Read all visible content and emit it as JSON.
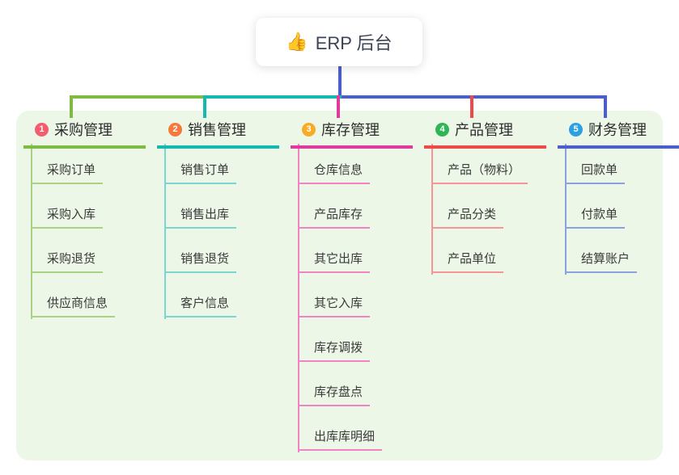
{
  "root": {
    "label": "ERP 后台",
    "emoji": "👍"
  },
  "canvas": {
    "background": "#ffffff",
    "panel_background": "#edf7e8",
    "root_connector_color": "#4a5ecb"
  },
  "branches": [
    {
      "number": "1",
      "label": "采购管理",
      "badge_color": "#f35d6d",
      "line_color": "#7fbb43",
      "child_line_color": "#a9d382",
      "children": [
        "采购订单",
        "采购入库",
        "采购退货",
        "供应商信息"
      ]
    },
    {
      "number": "2",
      "label": "销售管理",
      "badge_color": "#f6793b",
      "line_color": "#14b8ac",
      "child_line_color": "#7bd6cf",
      "children": [
        "销售订单",
        "销售出库",
        "销售退货",
        "客户信息"
      ]
    },
    {
      "number": "3",
      "label": "库存管理",
      "badge_color": "#f7ab27",
      "line_color": "#e03a9c",
      "child_line_color": "#ef83c4",
      "children": [
        "仓库信息",
        "产品库存",
        "其它出库",
        "其它入库",
        "库存调拨",
        "库存盘点",
        "出库库明细"
      ]
    },
    {
      "number": "4",
      "label": "产品管理",
      "badge_color": "#2fb556",
      "line_color": "#ef4a4a",
      "child_line_color": "#f59596",
      "children": [
        "产品（物料）",
        "产品分类",
        "产品单位"
      ]
    },
    {
      "number": "5",
      "label": "财务管理",
      "badge_color": "#2e9fe0",
      "line_color": "#4a60c8",
      "child_line_color": "#8ba2de",
      "children": [
        "回款单",
        "付款单",
        "结算账户"
      ]
    }
  ]
}
